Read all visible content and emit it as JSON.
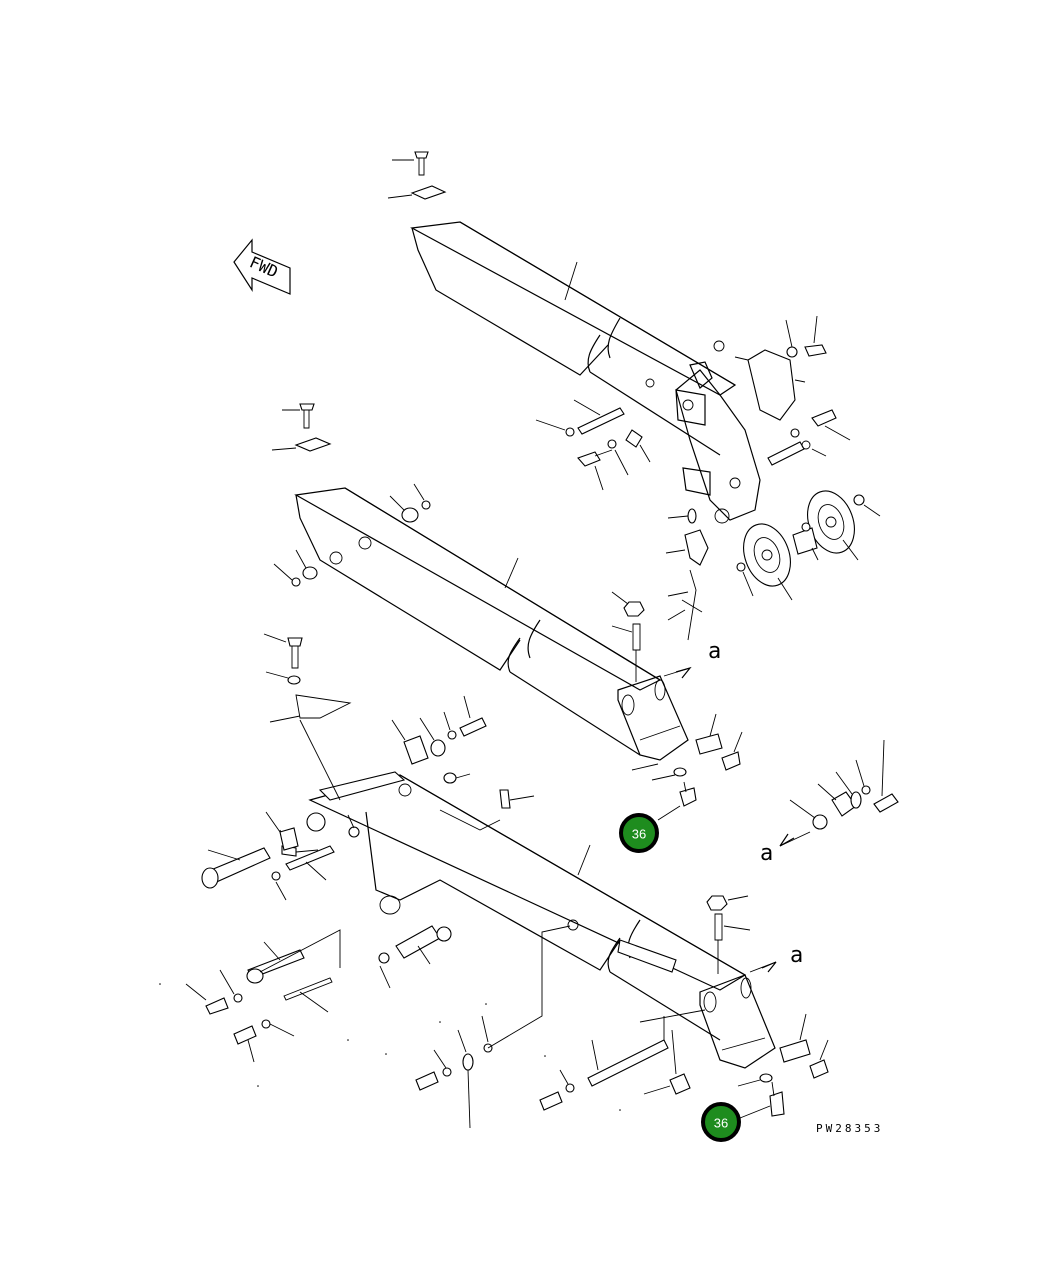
{
  "fwd_label": "FWD",
  "section_markers": {
    "a1": "a",
    "a2": "a",
    "a3": "a"
  },
  "drawing_code": "PW28353",
  "callouts": [
    {
      "number": "36"
    },
    {
      "number": "36"
    }
  ]
}
